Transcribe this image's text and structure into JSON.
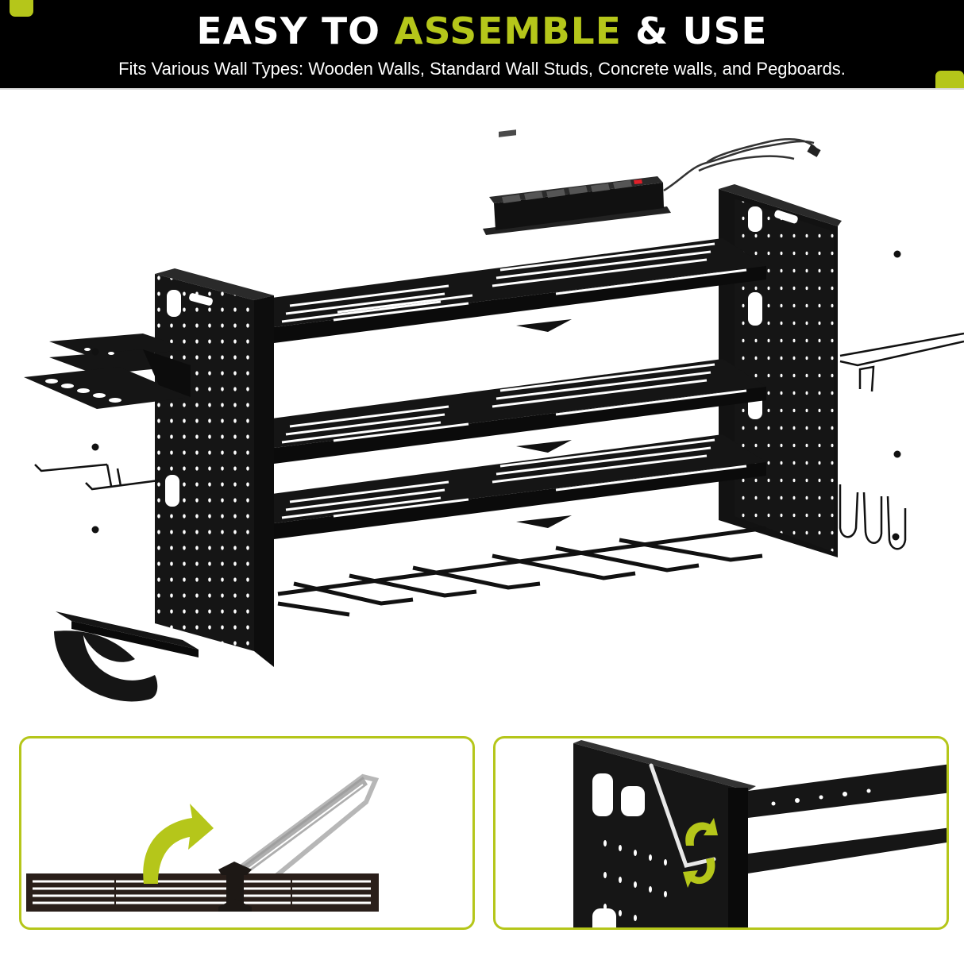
{
  "theme": {
    "accent": "#b5c61a",
    "banner_bg": "#000000",
    "product_black": "#141414",
    "switch_red": "#e0202a"
  },
  "header": {
    "title_part1": "EASY TO ",
    "title_highlight": "ASSEMBLE",
    "title_part2": " & USE",
    "subtitle": "Fits Various Wall Types: Wooden Walls, Standard Wall Studs, Concrete walls, and Pegboards."
  },
  "main_illustration": {
    "description": "Exploded view of wall-mounted power tool storage rack",
    "components": [
      "left-pegboard-side-panel",
      "right-pegboard-side-panel",
      "top-shelf",
      "middle-shelf",
      "lower-shelf",
      "drill-holder-rail",
      "power-strip",
      "screwdriver-holder",
      "double-hook",
      "j-hooks",
      "hose-hanger",
      "screws"
    ],
    "power_strip_outlets": 6
  },
  "detail_panels": [
    {
      "id": "fold-shelf",
      "description": "Shelf unfolding with green arrow"
    },
    {
      "id": "tighten-screw",
      "description": "Allen key tightening with green rotate arrow"
    }
  ]
}
